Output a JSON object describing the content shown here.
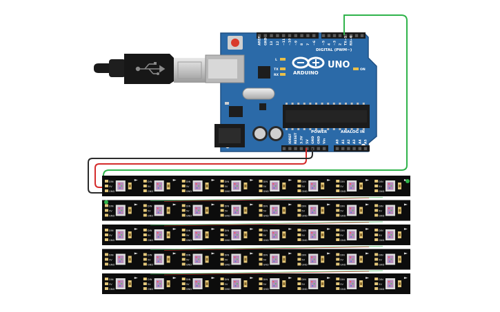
{
  "board": {
    "brand": "ARDUINO",
    "model": "UNO",
    "digital_header": "DIGITAL (PWM~)",
    "power_header": "POWER",
    "analog_header": "ANALOG IN",
    "on_label": "ON",
    "led_labels": [
      "L",
      "TX",
      "RX"
    ],
    "digital_pins": [
      "AREF",
      "GND",
      "13",
      "12",
      "~11",
      "~10",
      "~9",
      "8",
      "7",
      "~6",
      "~5",
      "4",
      "~3",
      "2",
      "TX→1",
      "RX←0"
    ],
    "power_pins": [
      "IOREF",
      "RESET",
      "3.3V",
      "5V",
      "GND",
      "GND",
      "Vin"
    ],
    "analog_pins": [
      "A0",
      "A1",
      "A2",
      "A3",
      "A4",
      "A5"
    ]
  },
  "strip": {
    "rows": 5,
    "pixels_per_row": 8,
    "pad_labels": [
      "DIN",
      "5V",
      "GND"
    ]
  },
  "colors": {
    "board": "#2b6aa8",
    "board_dark": "#1f4f82",
    "header": "#1a1a1a",
    "strip": "#0c0c0c",
    "wire_data": "#2eb34a",
    "wire_power": "#d42a2a",
    "wire_ground": "#2a2a2a"
  }
}
